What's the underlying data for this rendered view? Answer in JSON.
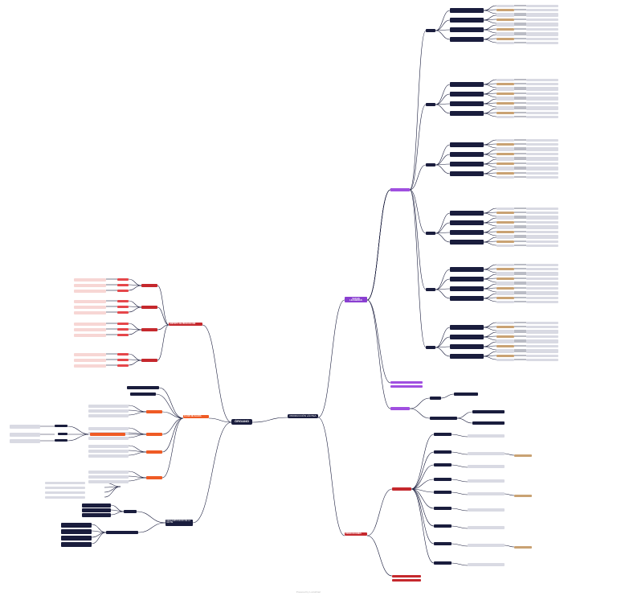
{
  "root": {
    "label": "ÓRGANO"
  },
  "center": {
    "label": "PRODUCCIÓN LÁCTEA"
  },
  "footer": "Powered by Lucidchart",
  "right_top": {
    "label": "VACAS LECHERAS"
  },
  "right_bottom": {
    "label": "PRODUCCIONES"
  },
  "left_branches": [
    {
      "label": "DISTRITO DE PRODUCCIÓN"
    },
    {
      "label": "FLUJO DE SALIDA"
    },
    {
      "label": "DESCOMPOSICIÓN DE LA LECHE"
    }
  ]
}
